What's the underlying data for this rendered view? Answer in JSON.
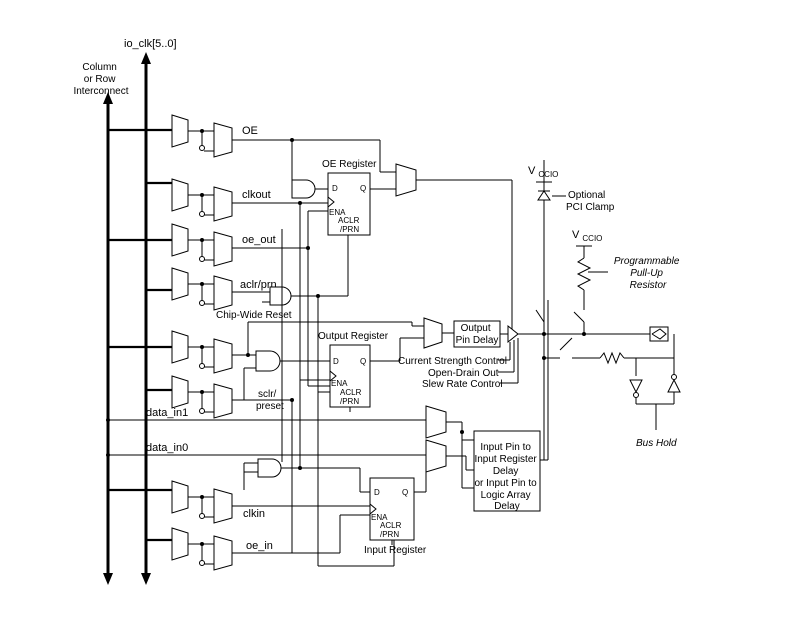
{
  "labels": {
    "io_clk": "io_clk[5..0]",
    "interconnect": [
      "Column",
      "or Row",
      "Interconnect"
    ],
    "oe": "OE",
    "clkout": "clkout",
    "oe_out": "oe_out",
    "aclr_prn": "aclr/prn",
    "chip_wide_reset": "Chip-Wide Reset",
    "sclr_preset": [
      "sclr/",
      "preset"
    ],
    "data_in1": "data_in1",
    "data_in0": "data_in0",
    "clkin": "clkin",
    "oe_in": "oe_in",
    "oe_register": "OE Register",
    "output_register": "Output Register",
    "input_register": "Input Register",
    "output_pin_delay": [
      "Output",
      "Pin Delay"
    ],
    "current_strength": "Current Strength Control",
    "open_drain": "Open-Drain Out",
    "slew_rate": "Slew Rate Control",
    "vccio_main": "V",
    "vccio_sub": "CCIO",
    "pci_clamp": [
      "Optional",
      "PCI Clamp"
    ],
    "pull_up": [
      "Programmable",
      "Pull-Up",
      "Resistor"
    ],
    "bus_hold": "Bus Hold",
    "input_delay": [
      "Input Pin to",
      "Input Register",
      "Delay",
      "or Input Pin to",
      "Logic Array",
      "Delay"
    ]
  },
  "register_pins": {
    "d": "D",
    "q": "Q",
    "ena": "ENA",
    "aclr": "ACLR",
    "prn": "/PRN"
  }
}
